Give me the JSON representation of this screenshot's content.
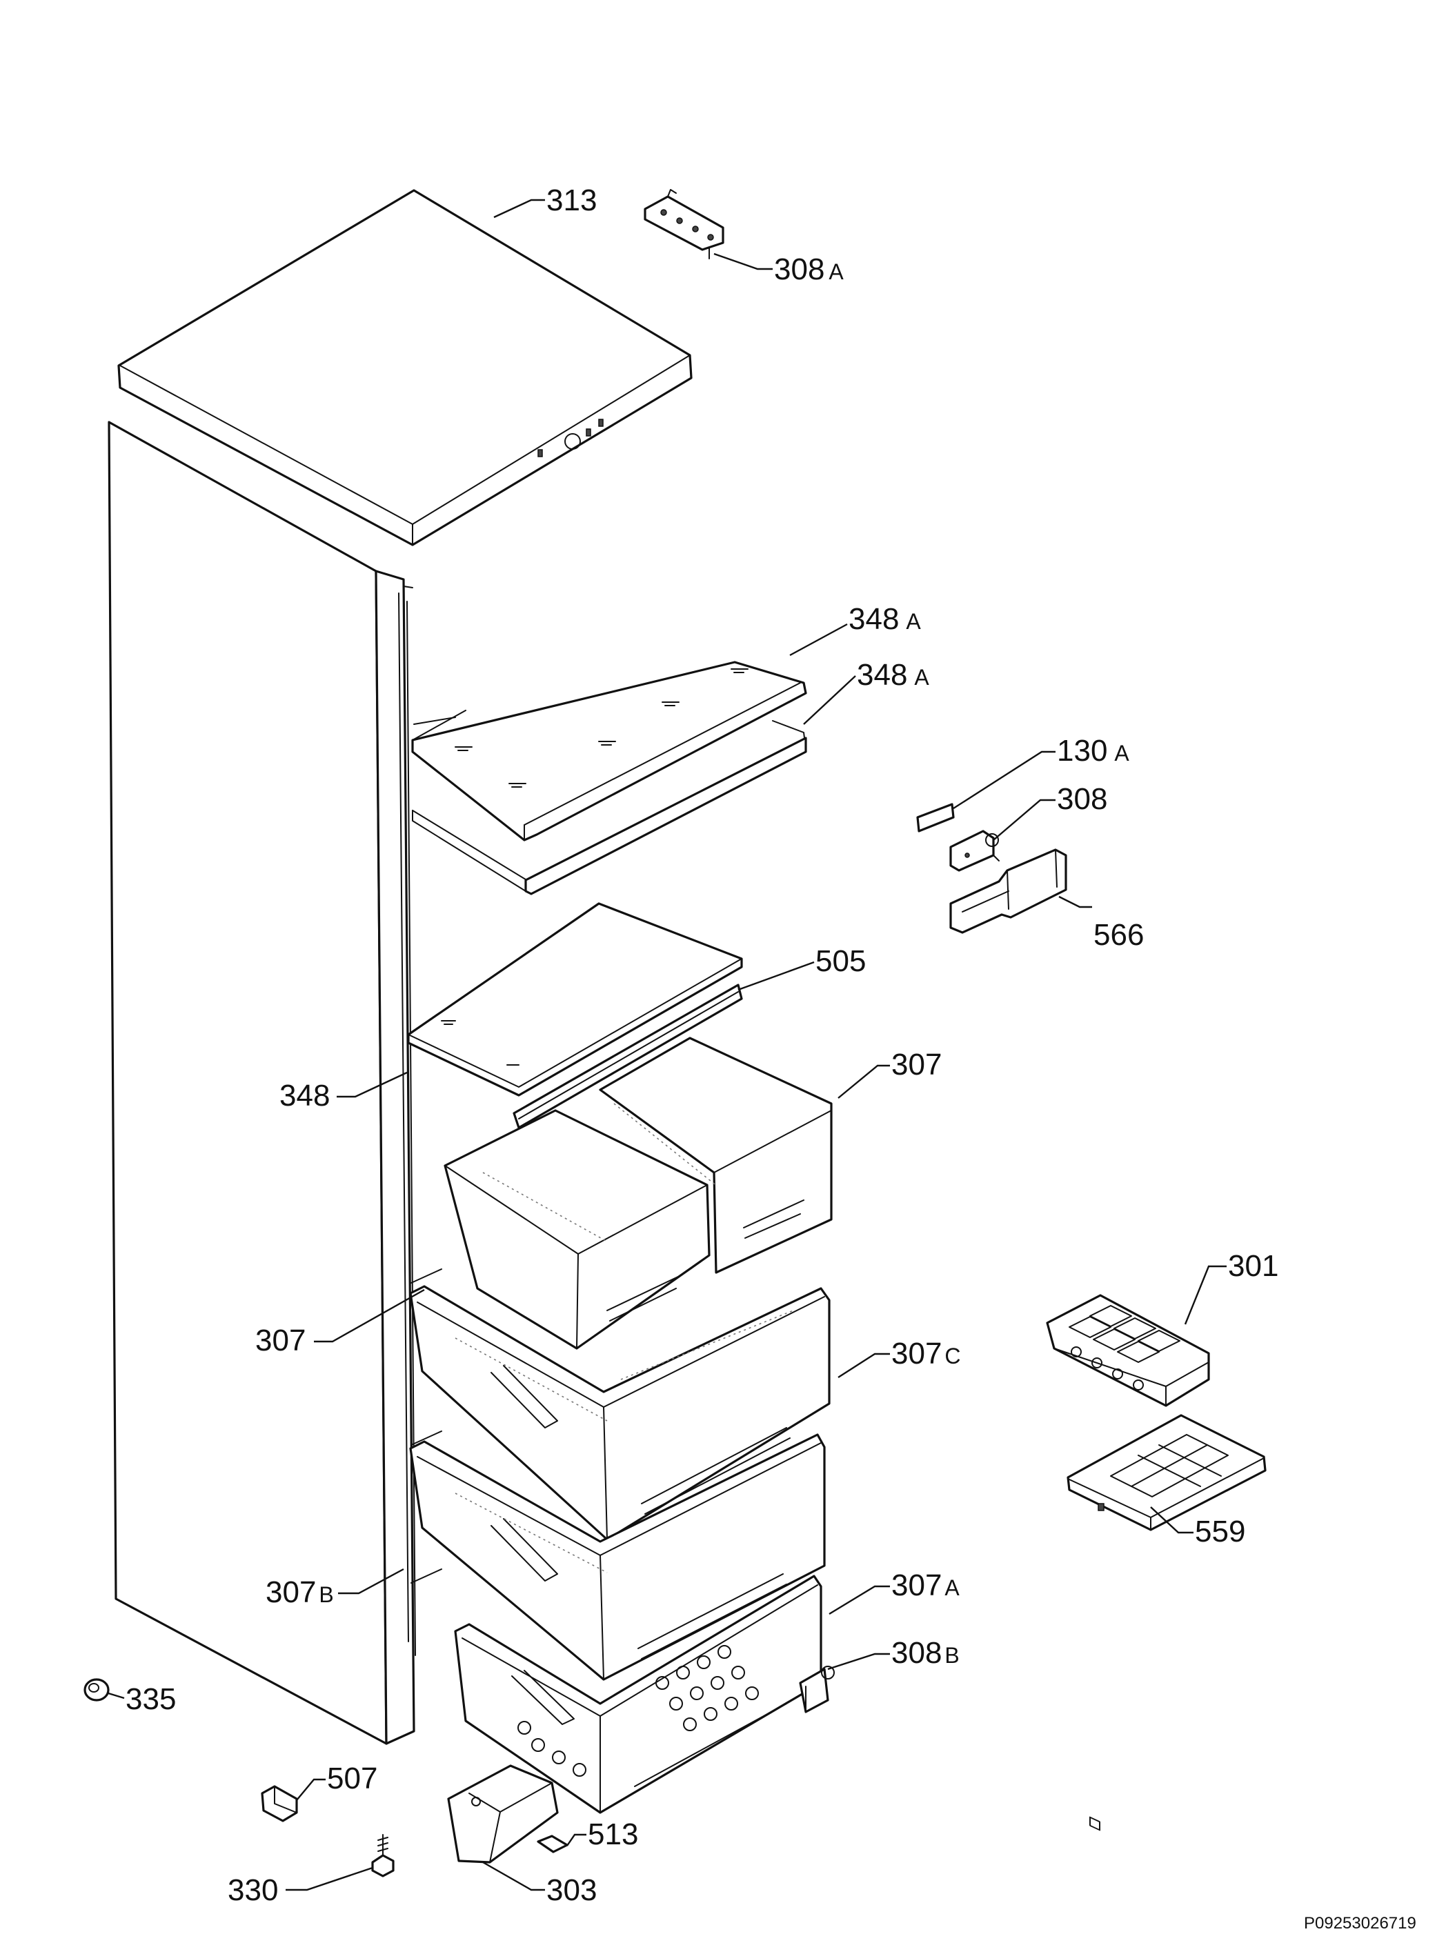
{
  "document_id": "P09253026719",
  "callouts": [
    {
      "id": "c313",
      "number": "313",
      "suffix": ""
    },
    {
      "id": "c308a",
      "number": "308",
      "suffix": "A"
    },
    {
      "id": "c348a1",
      "number": "348",
      "suffix": "A"
    },
    {
      "id": "c348a2",
      "number": "348",
      "suffix": "A"
    },
    {
      "id": "c130a",
      "number": "130",
      "suffix": "A"
    },
    {
      "id": "c308",
      "number": "308",
      "suffix": ""
    },
    {
      "id": "c566",
      "number": "566",
      "suffix": ""
    },
    {
      "id": "c505",
      "number": "505",
      "suffix": ""
    },
    {
      "id": "c307t",
      "number": "307",
      "suffix": ""
    },
    {
      "id": "c348",
      "number": "348",
      "suffix": ""
    },
    {
      "id": "c301",
      "number": "301",
      "suffix": ""
    },
    {
      "id": "c307l",
      "number": "307",
      "suffix": ""
    },
    {
      "id": "c307c",
      "number": "307",
      "suffix": "C"
    },
    {
      "id": "c559",
      "number": "559",
      "suffix": ""
    },
    {
      "id": "c307b",
      "number": "307",
      "suffix": "B"
    },
    {
      "id": "c307a",
      "number": "307",
      "suffix": "A"
    },
    {
      "id": "c308b",
      "number": "308",
      "suffix": "B"
    },
    {
      "id": "c335",
      "number": "335",
      "suffix": ""
    },
    {
      "id": "c507",
      "number": "507",
      "suffix": ""
    },
    {
      "id": "c513",
      "number": "513",
      "suffix": ""
    },
    {
      "id": "c330",
      "number": "330",
      "suffix": ""
    },
    {
      "id": "c303",
      "number": "303",
      "suffix": ""
    }
  ]
}
